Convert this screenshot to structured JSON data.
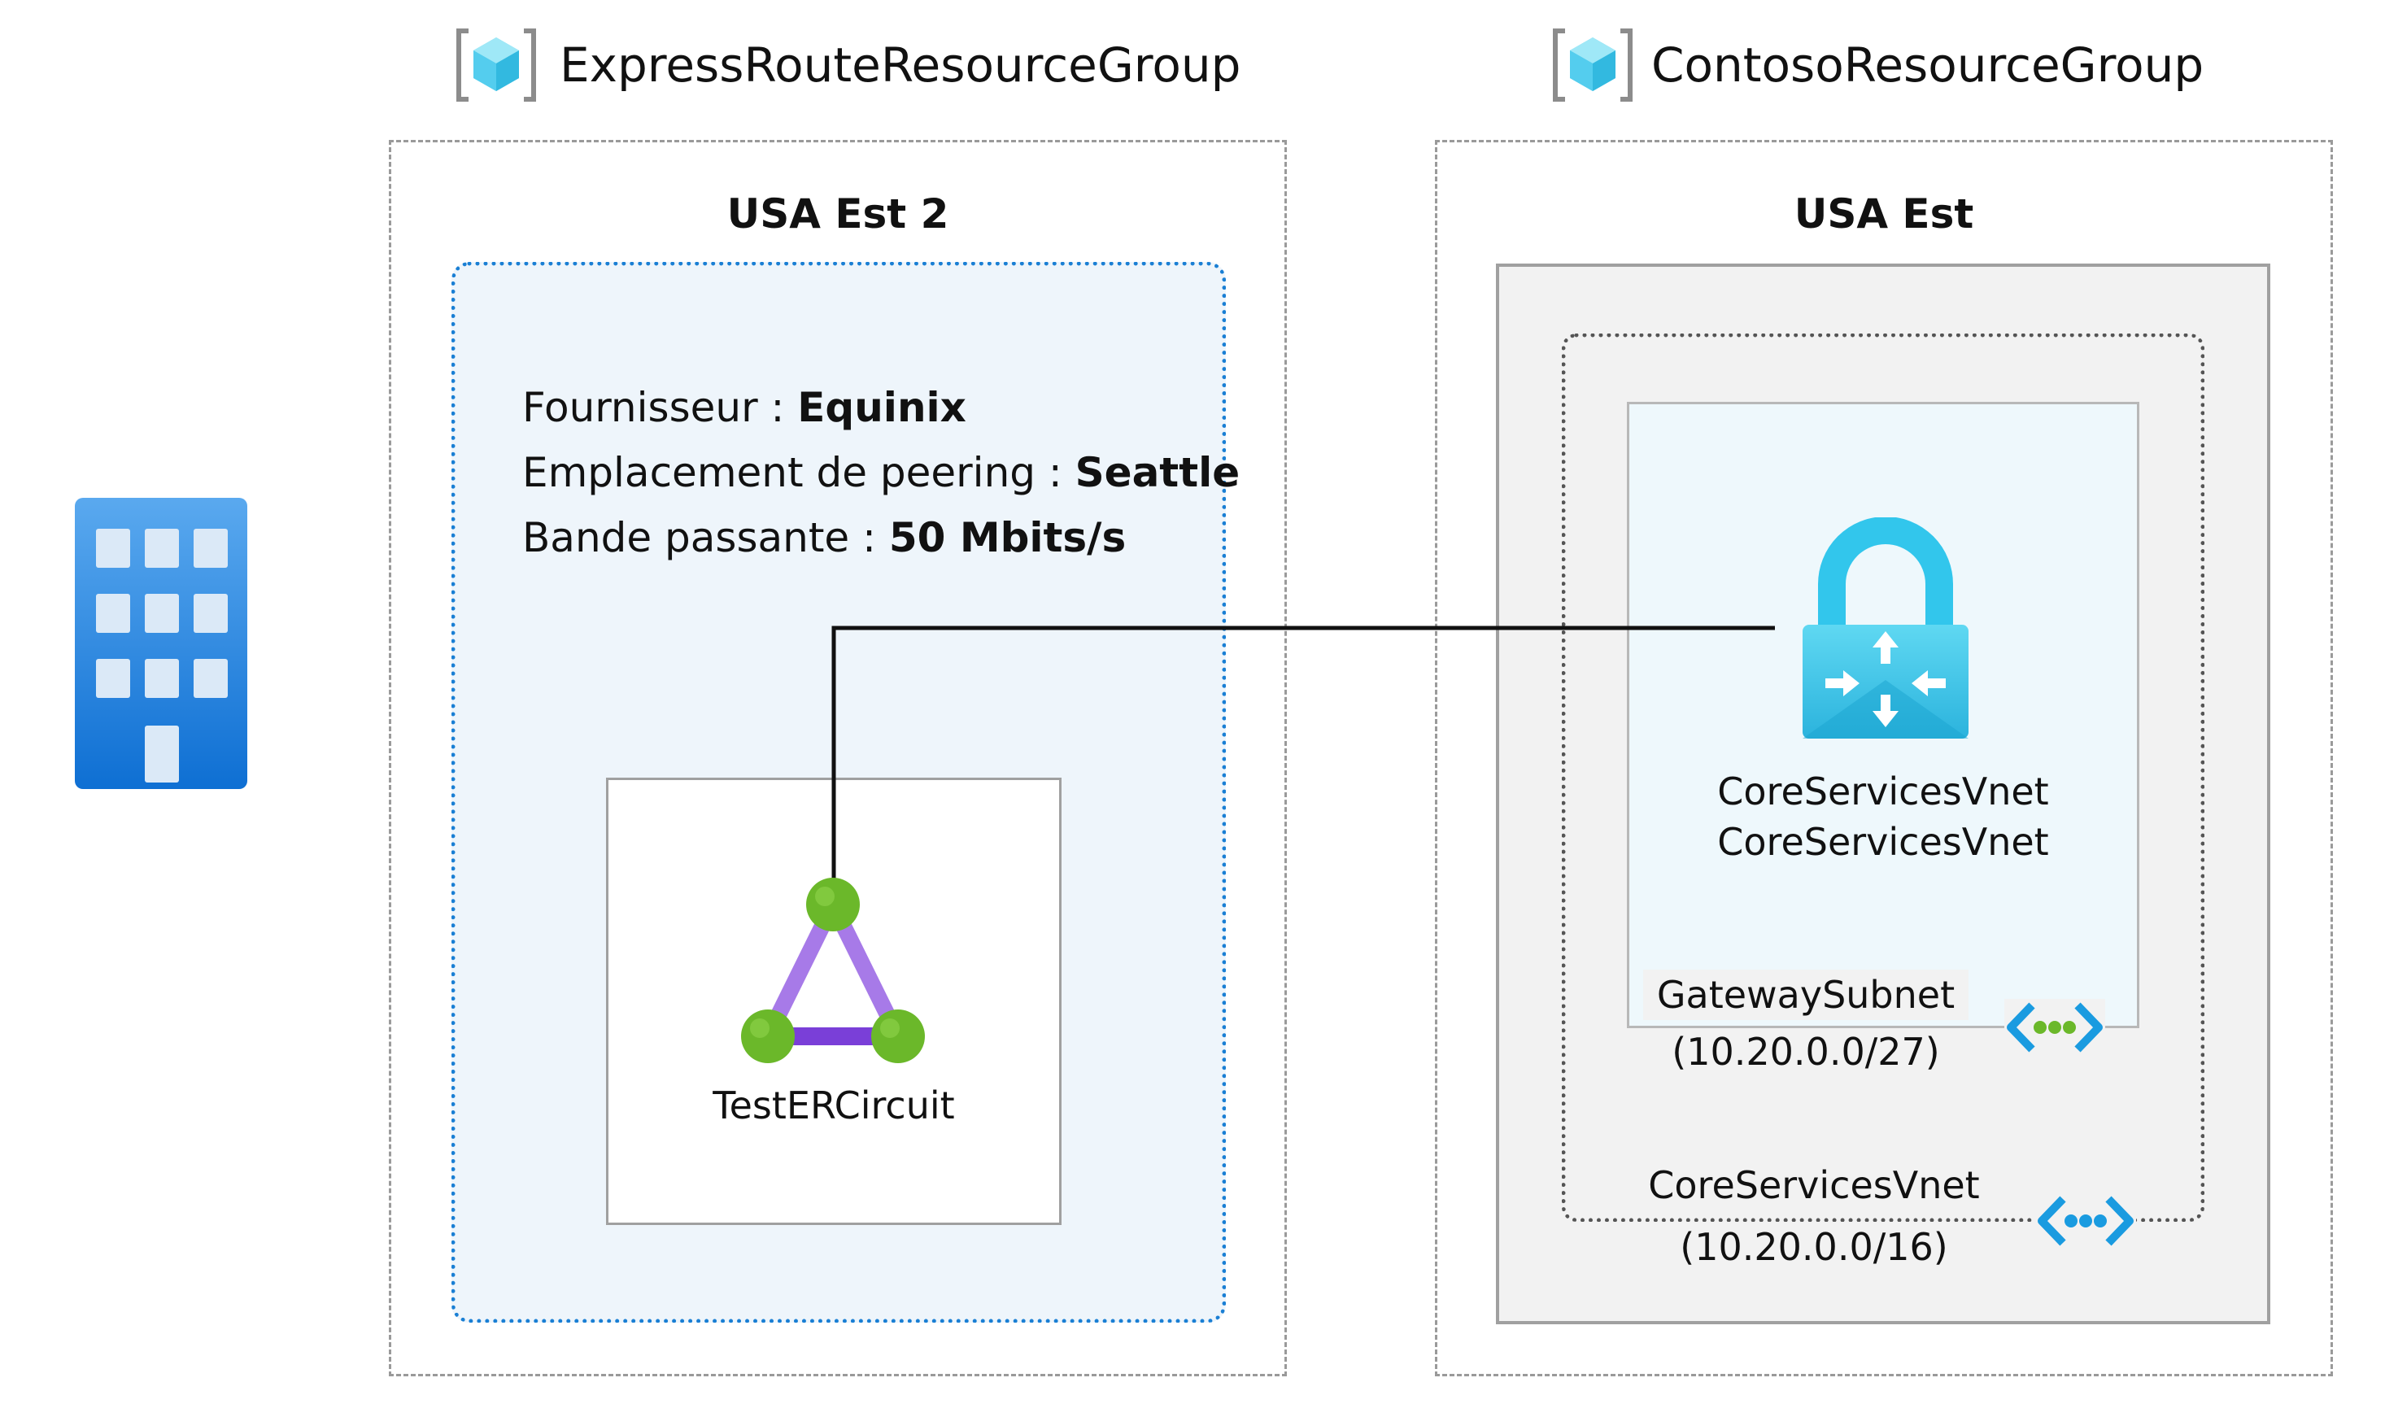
{
  "resource_groups": [
    {
      "title": "ExpressRouteResourceGroup",
      "icon": "resource-group-icon"
    },
    {
      "title": "ContosoResourceGroup",
      "icon": "resource-group-icon"
    }
  ],
  "left_region": {
    "title": "USA Est 2",
    "provider_label": "Fournisseur : ",
    "provider_value": "Equinix",
    "peering_label": "Emplacement de peering : ",
    "peering_value": "Seattle",
    "bandwidth_label": "Bande passante : ",
    "bandwidth_value": "50 Mbits/s",
    "circuit_name": "TestERCircuit",
    "circuit_icon": "expressroute-circuit-icon"
  },
  "right_region": {
    "title": "USA Est",
    "gateway_line1": "CoreServicesVnet",
    "gateway_line2": "CoreServicesVnet",
    "gateway_icon": "virtual-network-gateway-icon",
    "subnet_name": "GatewaySubnet",
    "subnet_cidr": "(10.20.0.0/27)",
    "subnet_icon": "subnet-icon",
    "vnet_name": "CoreServicesVnet",
    "vnet_cidr": "(10.20.0.0/16)",
    "vnet_icon": "virtual-network-icon"
  },
  "on_premises_icon": "building-icon",
  "colors": {
    "expressroute_region_border": "#1a7fd4",
    "expressroute_region_fill": "#eef5fb",
    "circuit_node": "#6bb82a",
    "circuit_edge": "#a77ae8",
    "circuit_base": "#7a3fd8",
    "gateway_lock": "#32c6ec",
    "building": "#1e88e5"
  }
}
